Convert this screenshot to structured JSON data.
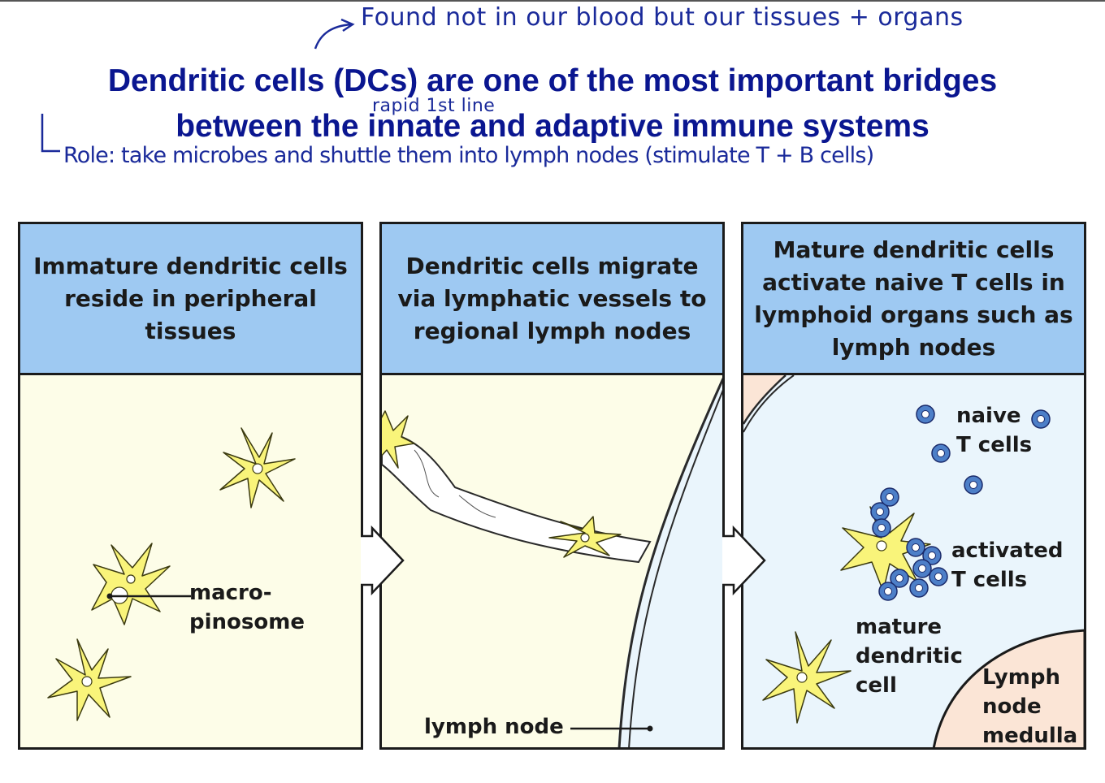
{
  "handwriting": {
    "top_note": "Found not in our blood but our tissues + organs",
    "mid_note": "rapid 1st line",
    "role_note": "Role: take microbes and shuttle them into lymph nodes (stimulate T + B cells)"
  },
  "title": {
    "line1": "Dendritic cells (DCs) are one of the most important bridges",
    "line2": "between the innate and adaptive immune systems"
  },
  "panels": [
    {
      "header": "Immature dendritic cells reside in peripheral tissues",
      "labels": {
        "macropinosome": "macro-\npinosome"
      }
    },
    {
      "header": "Dendritic cells migrate via lymphatic vessels to regional lymph nodes",
      "labels": {
        "lymph_node": "lymph node"
      }
    },
    {
      "header": "Mature dendritic cells activate naive T cells in lymphoid organs such as lymph nodes",
      "labels": {
        "naive_t_cells": "naive\nT cells",
        "activated_t_cells": "activated\nT cells",
        "mature_dc": "mature\ndendritic\ncell",
        "medulla": "Lymph\nnode\nmedulla"
      }
    }
  ],
  "colors": {
    "header_blue": "#9ec9f2",
    "tissue_cream": "#fdfde8",
    "lymph_blue": "#eaf5fc",
    "medulla_peach": "#fbe5d6",
    "cell_yellow": "#f9f47a",
    "t_cell_blue": "#4d7fc8",
    "title_navy": "#0a1690",
    "ink_blue": "#1a2a9a"
  }
}
